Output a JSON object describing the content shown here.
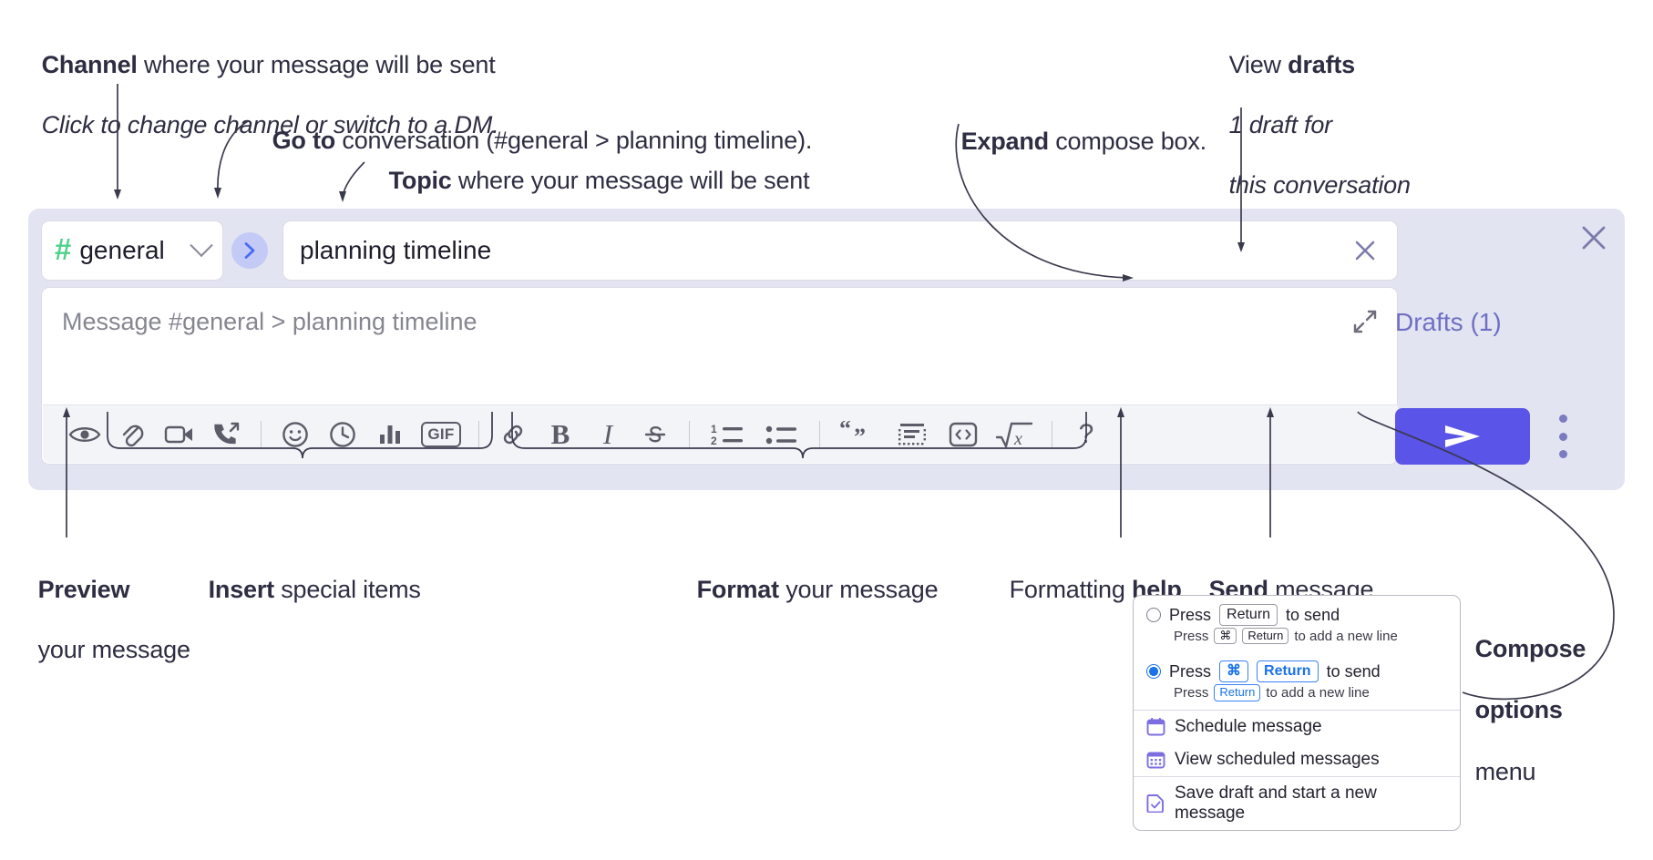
{
  "annotations": {
    "channel": {
      "bold": "Channel",
      "rest": " where your message will be sent",
      "sub": "Click to change channel or switch to a DM."
    },
    "goto": {
      "bold": "Go to",
      "rest": " conversation (#general > planning timeline)."
    },
    "topic": {
      "bold": "Topic",
      "rest": " where your message will be sent"
    },
    "expand": {
      "bold": "Expand",
      "rest": " compose box."
    },
    "drafts": {
      "plain": "View ",
      "bold": "drafts",
      "sub1": "1 draft for",
      "sub2": "this conversation"
    },
    "preview": {
      "bold": "Preview",
      "sub": "your message"
    },
    "insert": {
      "bold": "Insert",
      "rest": " special items"
    },
    "format": {
      "bold": "Format",
      "rest": " your message"
    },
    "help": {
      "plain": "Formatting ",
      "bold": "help"
    },
    "send": {
      "bold": "Send",
      "rest": " message"
    },
    "compose_options": {
      "bold1": "Compose",
      "bold2": "options",
      "rest": "menu"
    }
  },
  "compose": {
    "channel": {
      "hash": "#",
      "name": "general",
      "chevron": "chevron-down-icon"
    },
    "goto_button": "goto-conversation-icon",
    "topic": {
      "value": "planning timeline",
      "clear": "close-icon"
    },
    "message": {
      "placeholder": "Message #general > planning timeline",
      "expand": "expand-icon"
    },
    "toolbar": [
      {
        "name": "preview-icon",
        "label": "Preview"
      },
      {
        "name": "attachment-icon",
        "label": "Attach file"
      },
      {
        "name": "video-icon",
        "label": "Video"
      },
      {
        "name": "call-icon",
        "label": "Call"
      },
      {
        "name": "separator",
        "label": ""
      },
      {
        "name": "emoji-icon",
        "label": "Emoji"
      },
      {
        "name": "clock-icon",
        "label": "Reminder"
      },
      {
        "name": "poll-icon",
        "label": "Poll"
      },
      {
        "name": "gif-icon",
        "label": "GIF"
      },
      {
        "name": "separator",
        "label": ""
      },
      {
        "name": "link-icon",
        "label": "Link"
      },
      {
        "name": "bold-icon",
        "label": "B"
      },
      {
        "name": "italic-icon",
        "label": "I"
      },
      {
        "name": "strikethrough-icon",
        "label": "Strikethrough"
      },
      {
        "name": "separator",
        "label": ""
      },
      {
        "name": "ordered-list-icon",
        "label": "Ordered list"
      },
      {
        "name": "bullet-list-icon",
        "label": "Bullet list"
      },
      {
        "name": "separator",
        "label": ""
      },
      {
        "name": "blockquote-icon",
        "label": "Blockquote"
      },
      {
        "name": "code-block-icon",
        "label": "Code block"
      },
      {
        "name": "inline-code-icon",
        "label": "Code"
      },
      {
        "name": "math-icon",
        "label": "Math"
      },
      {
        "name": "separator",
        "label": ""
      },
      {
        "name": "help-icon",
        "label": "?"
      }
    ],
    "drafts_label": "Drafts (1)",
    "send_icon": "send-icon",
    "options_icon": "kebab-menu-icon",
    "close_icon": "close-icon"
  },
  "menu": {
    "option1": {
      "pre": "Press ",
      "key": "Return",
      "post": " to send",
      "sub_pre": "Press ",
      "sub_key1": "⌘",
      "sub_key2": "Return",
      "sub_post": " to add a new line",
      "selected": false
    },
    "option2": {
      "pre": "Press ",
      "key1": "⌘",
      "key2": "Return",
      "post": " to send",
      "sub_pre": "Press ",
      "sub_key": "Return",
      "sub_post": " to add a new line",
      "selected": true
    },
    "items": [
      {
        "icon": "calendar-schedule-icon",
        "label": "Schedule message"
      },
      {
        "icon": "calendar-grid-icon",
        "label": "View scheduled messages"
      },
      {
        "icon": "save-draft-icon",
        "label": "Save draft and start a new message"
      }
    ]
  },
  "colors": {
    "panel_bg": "#e3e4f2",
    "accent_purple": "#5a54e8",
    "drafts_purple": "#6f6fc4",
    "hash_green": "#4fd18b",
    "goto_blue": "#4a6cf0",
    "radio_blue": "#1a73e8",
    "text_dark": "#2e2d42"
  }
}
